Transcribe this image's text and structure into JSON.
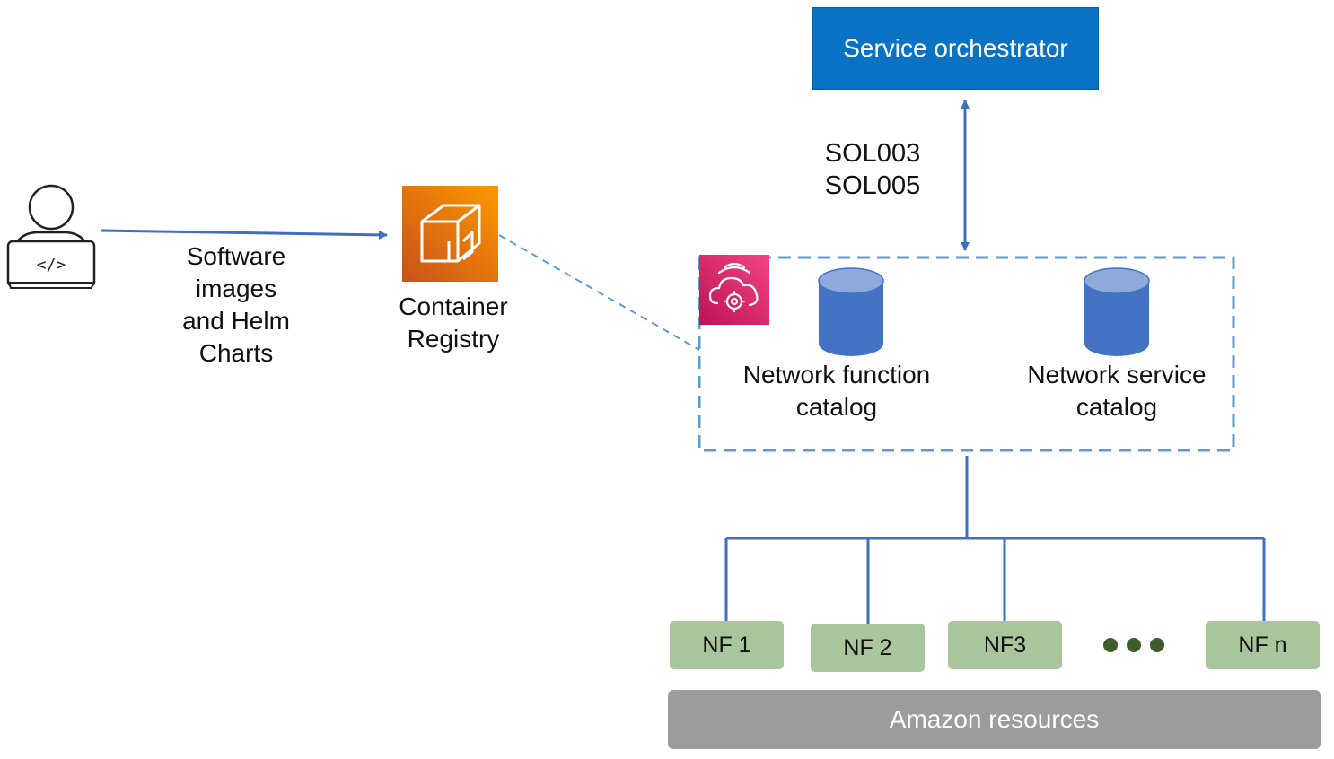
{
  "orchestrator": {
    "label": "Service orchestrator"
  },
  "sol": {
    "line1": "SOL003",
    "line2": "SOL005"
  },
  "software": {
    "line1": "Software",
    "line2": "images",
    "line3": "and Helm",
    "line4": "Charts"
  },
  "registry": {
    "line1": "Container",
    "line2": "Registry"
  },
  "catalogs": {
    "nf": {
      "line1": "Network function",
      "line2": "catalog"
    },
    "ns": {
      "line1": "Network service",
      "line2": "catalog"
    }
  },
  "network_functions": [
    "NF 1",
    "NF 2",
    "NF3",
    "NF n"
  ],
  "amazon": {
    "label": "Amazon resources"
  },
  "icons": {
    "developer": "developer-laptop-icon",
    "registry": "container-registry-icon",
    "telco": "telco-network-builder-icon",
    "database": "database-cylinder-icon"
  },
  "colors": {
    "orchestrator": "#0a72c4",
    "arrow": "#3f6fbf",
    "dashed": "#5b9bd5",
    "nf_box": "#a9c59b",
    "amazon": "#9c9c9c",
    "cylinder": "#4472c4"
  }
}
